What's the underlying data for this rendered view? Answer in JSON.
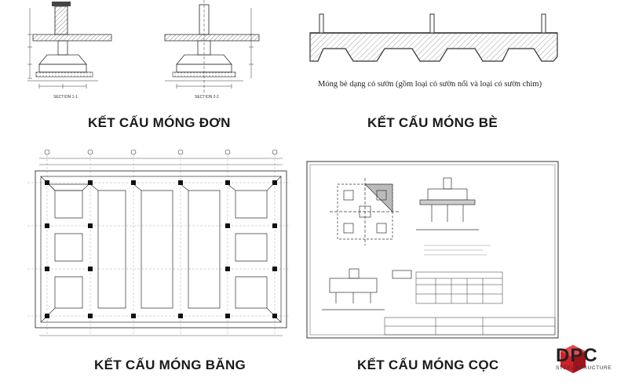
{
  "panels": {
    "mong_don": {
      "caption": "KẾT CẤU MÓNG ĐƠN",
      "section_a": "SECTION 1-1",
      "section_b": "SECTION 2-2"
    },
    "mong_be": {
      "caption": "KẾT CẤU MÓNG BÈ",
      "note": "Móng bè dạng có sườn (gồm loại có sườn nổi và loại có sườn chìm)"
    },
    "mong_bang": {
      "caption": "KẾT CẤU MÓNG BĂNG"
    },
    "mong_coc": {
      "caption": "KẾT CẤU MÓNG CỌC"
    }
  },
  "logo": {
    "name": "DPC",
    "tagline": "STEEL STRUCTURE",
    "color": "#d0202a"
  },
  "colors": {
    "line": "#333333",
    "hatch": "#666666"
  }
}
